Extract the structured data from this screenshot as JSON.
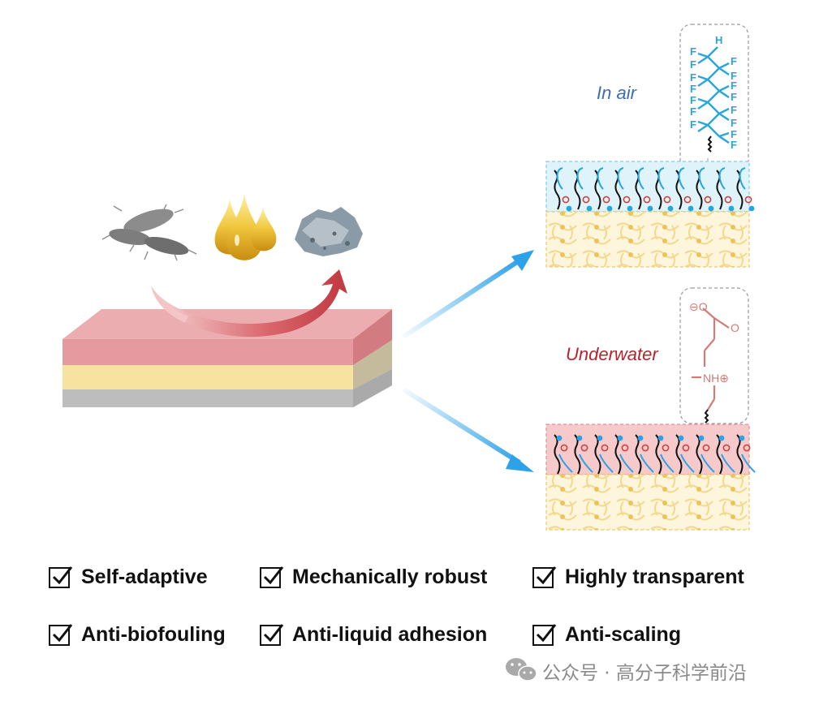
{
  "labels": {
    "in_air": "In air",
    "underwater": "Underwater"
  },
  "chem_air": {
    "H": "H",
    "F": "F"
  },
  "chem_water": {
    "O_minus": "⊖O",
    "O": "O",
    "NH_plus": "NH⊕"
  },
  "features": [
    {
      "label": "Self-adaptive"
    },
    {
      "label": "Mechanically robust"
    },
    {
      "label": "Highly transparent"
    },
    {
      "label": "Anti-biofouling"
    },
    {
      "label": "Anti-liquid adhesion"
    },
    {
      "label": "Anti-scaling"
    }
  ],
  "watermark": {
    "text": "公众号 · 高分子科学前沿"
  },
  "colors": {
    "fluoro_blue": "#27a6de",
    "zwitter_red": "#c8443d",
    "substrate_pink": "#e49a9f",
    "substrate_yellow": "#f7e29f",
    "substrate_gray": "#b5b5b5",
    "arrow_blue": "#2ea2e8",
    "text_air": "#3d6fae",
    "text_water": "#b3262e"
  },
  "icons": {
    "contaminants": [
      "bacteria-icon",
      "oil-drops-icon",
      "scale-rock-icon"
    ],
    "checkbox": "checkbox-checked-icon",
    "watermark_logo": "wechat-icon"
  }
}
